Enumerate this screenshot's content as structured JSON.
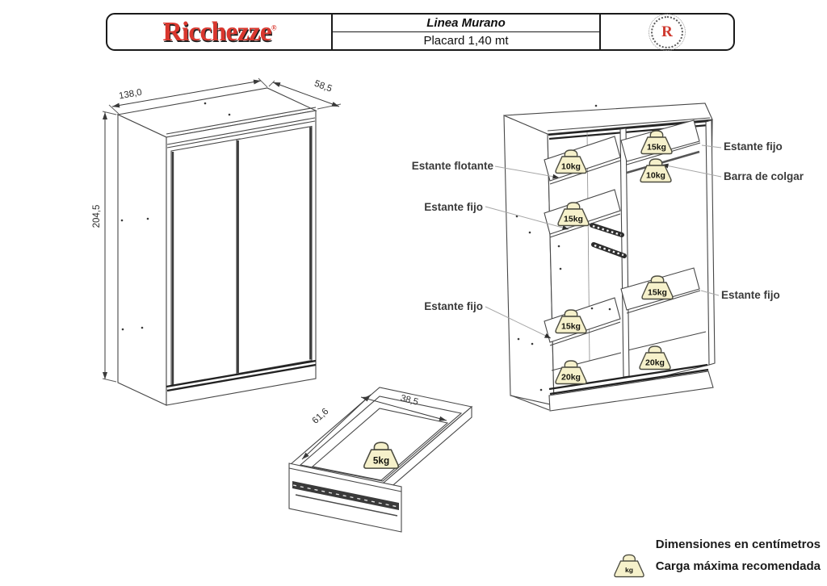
{
  "header": {
    "brand": "Ricchezze",
    "registered_mark": "®",
    "line_name": "Linea Murano",
    "product_name": "Placard 1,40 mt",
    "emblem_letter": "R"
  },
  "front_view": {
    "width_dim": "138,0",
    "depth_dim": "58,5",
    "height_dim": "204,5"
  },
  "interior_view": {
    "callouts": {
      "left": [
        "Estante flotante",
        "Estante fijo",
        "Estante fijo"
      ],
      "right": [
        "Estante fijo",
        "Barra de colgar",
        "Estante fijo"
      ]
    },
    "load_badges": {
      "left_compartment": [
        "10kg",
        "15kg",
        "15kg",
        "20kg"
      ],
      "right_compartment": [
        "15kg",
        "10kg",
        "15kg",
        "20kg"
      ]
    }
  },
  "drawer_view": {
    "depth_dim": "61,6",
    "width_dim": "38,5",
    "load_badge": "5kg"
  },
  "legend": {
    "dimensions_note": "Dimensiones en centímetros",
    "load_note": "Carga máxima recomendada",
    "badge_unit": "kg"
  },
  "colors": {
    "brand_red": "#d9372e",
    "badge_fill": "#f6f1cb",
    "badge_stroke": "#4c4c41"
  }
}
